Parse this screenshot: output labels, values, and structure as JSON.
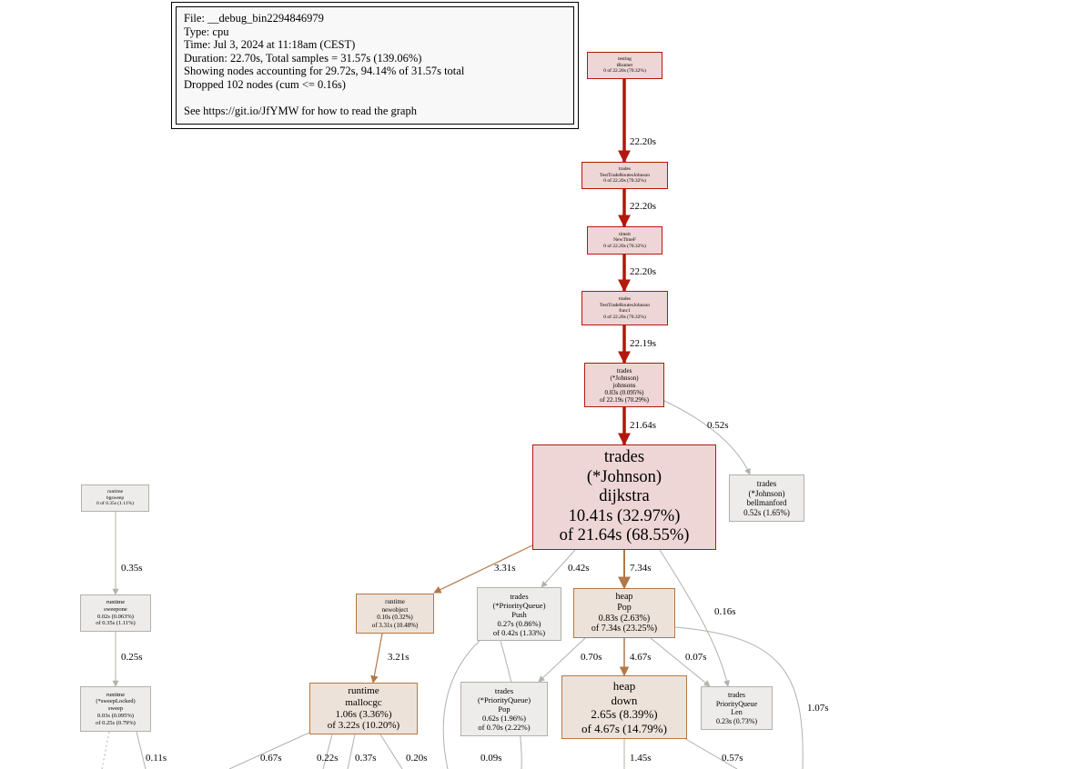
{
  "legend": {
    "lines": [
      "File: __debug_bin2294846979",
      "Type: cpu",
      "Time: Jul 3, 2024 at 11:18am (CEST)",
      "Duration: 22.70s, Total samples = 31.57s (139.06%)",
      "Showing nodes accounting for 29.72s, 94.14% of 31.57s total",
      "Dropped 102 nodes (cum <= 0.16s)",
      "",
      "See https://git.io/JfYMW for how to read the graph"
    ]
  },
  "nodes": {
    "testing_trunner": {
      "lines": [
        "testing",
        "tRunner",
        "0 of 22.20s (70.32%)"
      ]
    },
    "test_trade_routes": {
      "lines": [
        "trades",
        "TestTradeRoutesJohnson",
        "0 of 22.20s (70.32%)"
      ]
    },
    "timeit_newtimeit": {
      "lines": [
        "timeit",
        "NewTimeF",
        "0 of 22.20s (70.32%)"
      ]
    },
    "test_trade_routes_func1": {
      "lines": [
        "trades",
        "TestTradeRoutesJohnson",
        "func1",
        "0 of 22.20s (70.32%)"
      ]
    },
    "johnson_johnsons": {
      "lines": [
        "trades",
        "(*Johnson)",
        "johnsons",
        "0.03s (0.095%)",
        "of 22.19s (70.29%)"
      ]
    },
    "johnson_dijkstra": {
      "lines": [
        "trades",
        "(*Johnson)",
        "dijkstra",
        "10.41s (32.97%)",
        "of 21.64s (68.55%)"
      ]
    },
    "johnson_bellmanford": {
      "lines": [
        "trades",
        "(*Johnson)",
        "bellmanford",
        "0.52s (1.65%)"
      ]
    },
    "runtime_bgsweep": {
      "lines": [
        "runtime",
        "bgsweep",
        "0 of 0.35s (1.11%)"
      ]
    },
    "runtime_sweepone": {
      "lines": [
        "runtime",
        "sweepone",
        "0.02s (0.063%)",
        "of 0.35s (1.11%)"
      ]
    },
    "runtime_sweeplocked_sweep": {
      "lines": [
        "runtime",
        "(*sweepLocked)",
        "sweep",
        "0.03s (0.095%)",
        "of 0.25s (0.79%)"
      ]
    },
    "runtime_newobject": {
      "lines": [
        "runtime",
        "newobject",
        "0.10s (0.32%)",
        "of 3.31s (10.48%)"
      ]
    },
    "pq_push": {
      "lines": [
        "trades",
        "(*PriorityQueue)",
        "Push",
        "0.27s (0.86%)",
        "of 0.42s (1.33%)"
      ]
    },
    "heap_pop": {
      "lines": [
        "heap",
        "Pop",
        "0.83s (2.63%)",
        "of 7.34s (23.25%)"
      ]
    },
    "runtime_mallocgc": {
      "lines": [
        "runtime",
        "mallocgc",
        "1.06s (3.36%)",
        "of 3.22s (10.20%)"
      ]
    },
    "pq_pop": {
      "lines": [
        "trades",
        "(*PriorityQueue)",
        "Pop",
        "0.62s (1.96%)",
        "of 0.70s (2.22%)"
      ]
    },
    "heap_down": {
      "lines": [
        "heap",
        "down",
        "2.65s (8.39%)",
        "of 4.67s (14.79%)"
      ]
    },
    "pq_len": {
      "lines": [
        "trades",
        "PriorityQueue",
        "Len",
        "0.23s (0.73%)"
      ]
    }
  },
  "edges": {
    "trunner_to_test": "22.20s",
    "test_to_timeit": "22.20s",
    "timeit_to_func1": "22.20s",
    "func1_to_johnsons": "22.19s",
    "johnsons_to_dijkstra": "21.64s",
    "johnsons_to_bellmanford": "0.52s",
    "bgsweep_to_sweepone": "0.35s",
    "sweepone_to_sweep": "0.25s",
    "sweep_out": "0.11s",
    "dijkstra_to_newobject": "3.31s",
    "dijkstra_to_push": "0.42s",
    "dijkstra_to_heappop": "7.34s",
    "dijkstra_to_len": "0.16s",
    "newobject_to_mallocgc": "3.21s",
    "heappop_to_pqpop": "0.70s",
    "heappop_to_down": "4.67s",
    "heappop_to_len": "0.07s",
    "heappop_out": "1.07s",
    "mallocgc_out_1": "0.67s",
    "mallocgc_out_2": "0.22s",
    "mallocgc_out_3": "0.37s",
    "mallocgc_out_4": "0.20s",
    "push_out": "0.09s",
    "down_out_1": "1.45s",
    "down_out_2": "0.57s"
  },
  "colors": {
    "hot_edge": "#b2180b",
    "warm_edge": "#b27848",
    "cold_edge": "#b2b0aa"
  }
}
